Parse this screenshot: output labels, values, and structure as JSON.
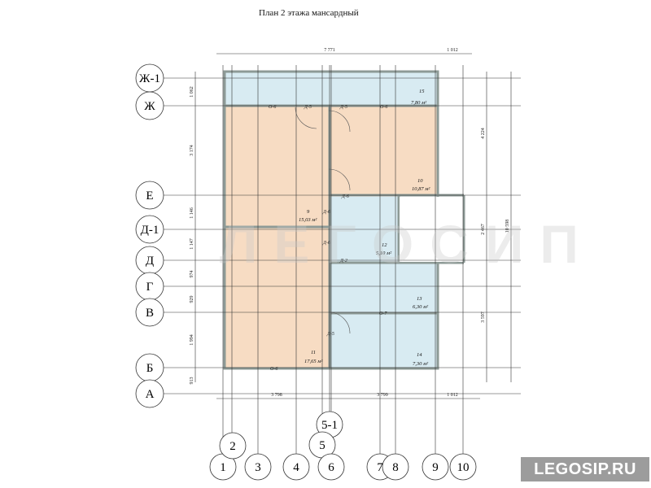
{
  "title": "План 2 этажа мансардный",
  "brand": {
    "badge": "LEGOSIP.RU",
    "watermark": "ЛЕГОСИП"
  },
  "axes_rows": [
    "Ж-1",
    "Ж",
    "Е",
    "Д-1",
    "Д",
    "Г",
    "В",
    "Б",
    "А"
  ],
  "axes_cols": [
    "1",
    "2",
    "3",
    "4",
    "5-1",
    "5",
    "6",
    "7",
    "8",
    "9",
    "10"
  ],
  "dimensions": {
    "top_total": "7 771",
    "top_right": "1 012",
    "bottom_left": "3 798",
    "bottom_mid": "3 799",
    "bottom_right": "1 012",
    "left": [
      "1 062",
      "3 174",
      "1 146",
      "1 147",
      "974",
      "929",
      "1 994",
      "913"
    ],
    "right_inner": [
      "4 224",
      "2 467",
      "3 597"
    ],
    "right_total": "10 598"
  },
  "rooms": [
    {
      "num": "15",
      "area": "7,80 м²"
    },
    {
      "num": "10",
      "area": "10,87 м²"
    },
    {
      "num": "9",
      "area": "15,03 м²"
    },
    {
      "num": "12",
      "area": "5,10 м²"
    },
    {
      "num": "13",
      "area": "6,30 м²"
    },
    {
      "num": "14",
      "area": "7,30 м²"
    },
    {
      "num": "11",
      "area": "17,65 м²"
    }
  ],
  "tags": {
    "window": "О-6",
    "window2": "О-7",
    "door5": "Д-5",
    "door6": "Д-6",
    "door2": "Д-2"
  },
  "colors": {
    "bedroom_fill": "#f7dcc3",
    "wet_fill": "#d8ebf2",
    "wall": "#9aa7a3",
    "grid": "#444444"
  }
}
